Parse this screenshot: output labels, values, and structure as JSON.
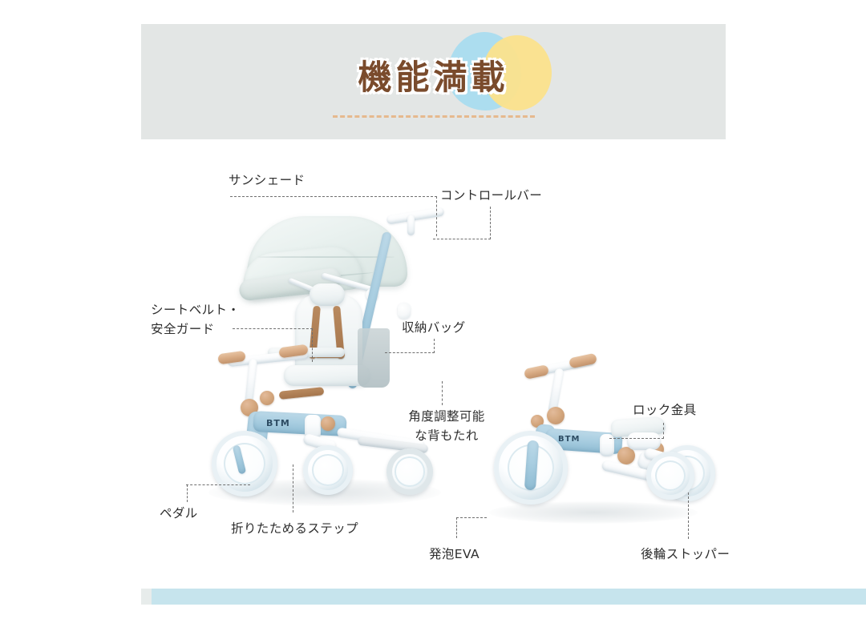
{
  "banner": {
    "title": "機能満載",
    "accent_blue": "#a9dcef",
    "accent_yellow": "#fbe28c",
    "title_color": "#7a4b2c",
    "background": "#e3e6e5",
    "rule_color": "#e6b98e"
  },
  "bottom_bar": {
    "color": "#c6e4ed"
  },
  "product": {
    "brand": "BTM",
    "frame_color": "#a9cee1",
    "left_model_name": "stroller-trike-with-canopy",
    "right_model_name": "folded-balance-bike"
  },
  "callouts": [
    {
      "id": "sunshade",
      "label": "サンシェード"
    },
    {
      "id": "control-bar",
      "label": "コントロールバー"
    },
    {
      "id": "seatbelt",
      "label": "シートベルト・\n安全ガード"
    },
    {
      "id": "storage-bag",
      "label": "収納バッグ"
    },
    {
      "id": "backrest",
      "label": "角度調整可能\nな背もたれ"
    },
    {
      "id": "lock-fitting",
      "label": "ロック金具"
    },
    {
      "id": "pedal",
      "label": "ペダル"
    },
    {
      "id": "foldable-step",
      "label": "折りたためるステップ"
    },
    {
      "id": "foam-eva",
      "label": "発泡EVA"
    },
    {
      "id": "rear-stopper",
      "label": "後輪ストッパー"
    }
  ]
}
